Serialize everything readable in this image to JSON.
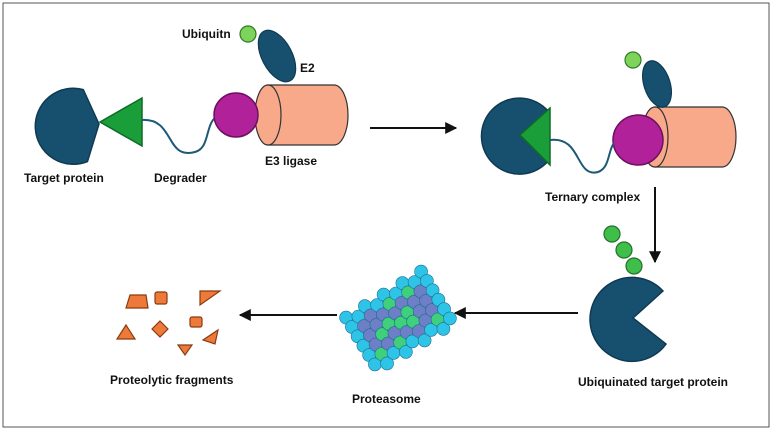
{
  "labels": {
    "ubiquitin": "Ubiquitn",
    "e2": "E2",
    "target_protein": "Target protein",
    "degrader": "Degrader",
    "e3_ligase": "E3 ligase",
    "ternary_complex": "Ternary complex",
    "ubiquinated_target_protein": "Ubiquinated target protein",
    "proteasome": "Proteasome",
    "proteolytic_fragments": "Proteolytic fragments"
  },
  "colors": {
    "target_protein": "#17506e",
    "degrader_triangle": "#1a9e3a",
    "linker": "#1d5a78",
    "e3_binder": "#b0219a",
    "e3_ligase": "#f8a98a",
    "e2": "#17506e",
    "ubiquitin": "#7ed35a",
    "proteasome_light": "#2ec4e8",
    "proteasome_green": "#3ed07a",
    "proteasome_purple": "#6d7fc6",
    "fragments": "#ee7a3a",
    "arrow": "#111111",
    "frame": "#555555"
  },
  "icons": {
    "target_protein": "pacman-shape",
    "degrader": "triangle-with-linker",
    "e3_ligase": "cylinder-shape",
    "e2": "ellipse-shape",
    "ubiquitin": "circle-shape",
    "proteasome": "bead-cluster",
    "fragments": "scattered-polygons"
  }
}
